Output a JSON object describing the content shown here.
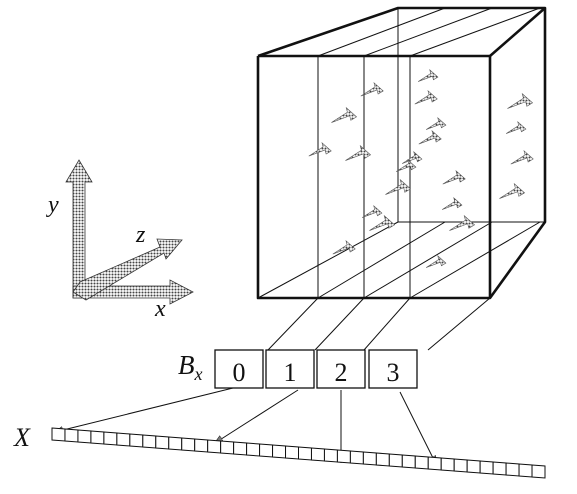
{
  "axes": {
    "x_label": "x",
    "y_label": "y",
    "z_label": "z"
  },
  "bin_label": {
    "main": "B",
    "sub": "x"
  },
  "bins": [
    "0",
    "1",
    "2",
    "3"
  ],
  "array_label": "X",
  "array_cell_count": 38,
  "particle_count": 22,
  "colors": {
    "line": "#111111",
    "particle": "#555555",
    "arrow_fill": "#7a7a7a"
  }
}
